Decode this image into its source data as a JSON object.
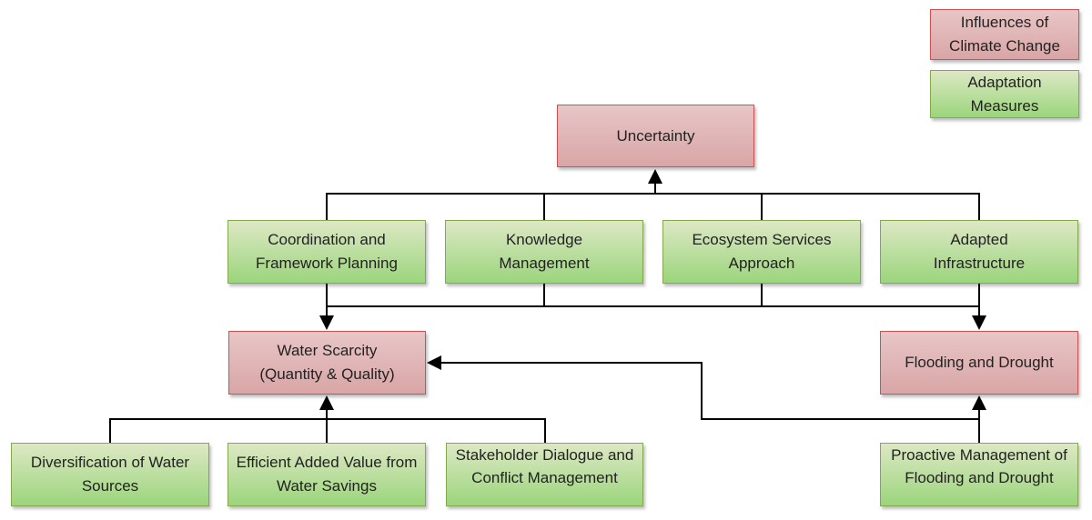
{
  "legend": {
    "influences": "Influences of Climate Change",
    "adaptation": "Adaptation Measures"
  },
  "nodes": {
    "uncertainty": "Uncertainty",
    "coordination": "Coordination and Framework Planning",
    "knowledge": "Knowledge Management",
    "ecosystem": "Ecosystem Services Approach",
    "infrastructure": "Adapted Infrastructure",
    "water_scarcity": "Water Scarcity (Quantity & Quality)",
    "flooding": "Flooding and Drought",
    "diversification": "Diversification of Water Sources",
    "efficient": "Efficient Added Value from Water Savings",
    "stakeholder": "Stakeholder Dialogue and Conflict Management",
    "proactive": "Proactive Management of Flooding and Drought"
  },
  "colors": {
    "influence_fill": "#e0b5b6",
    "influence_border": "#d05050",
    "adaptation_fill": "#bfe0a0",
    "adaptation_border": "#86a84c"
  }
}
